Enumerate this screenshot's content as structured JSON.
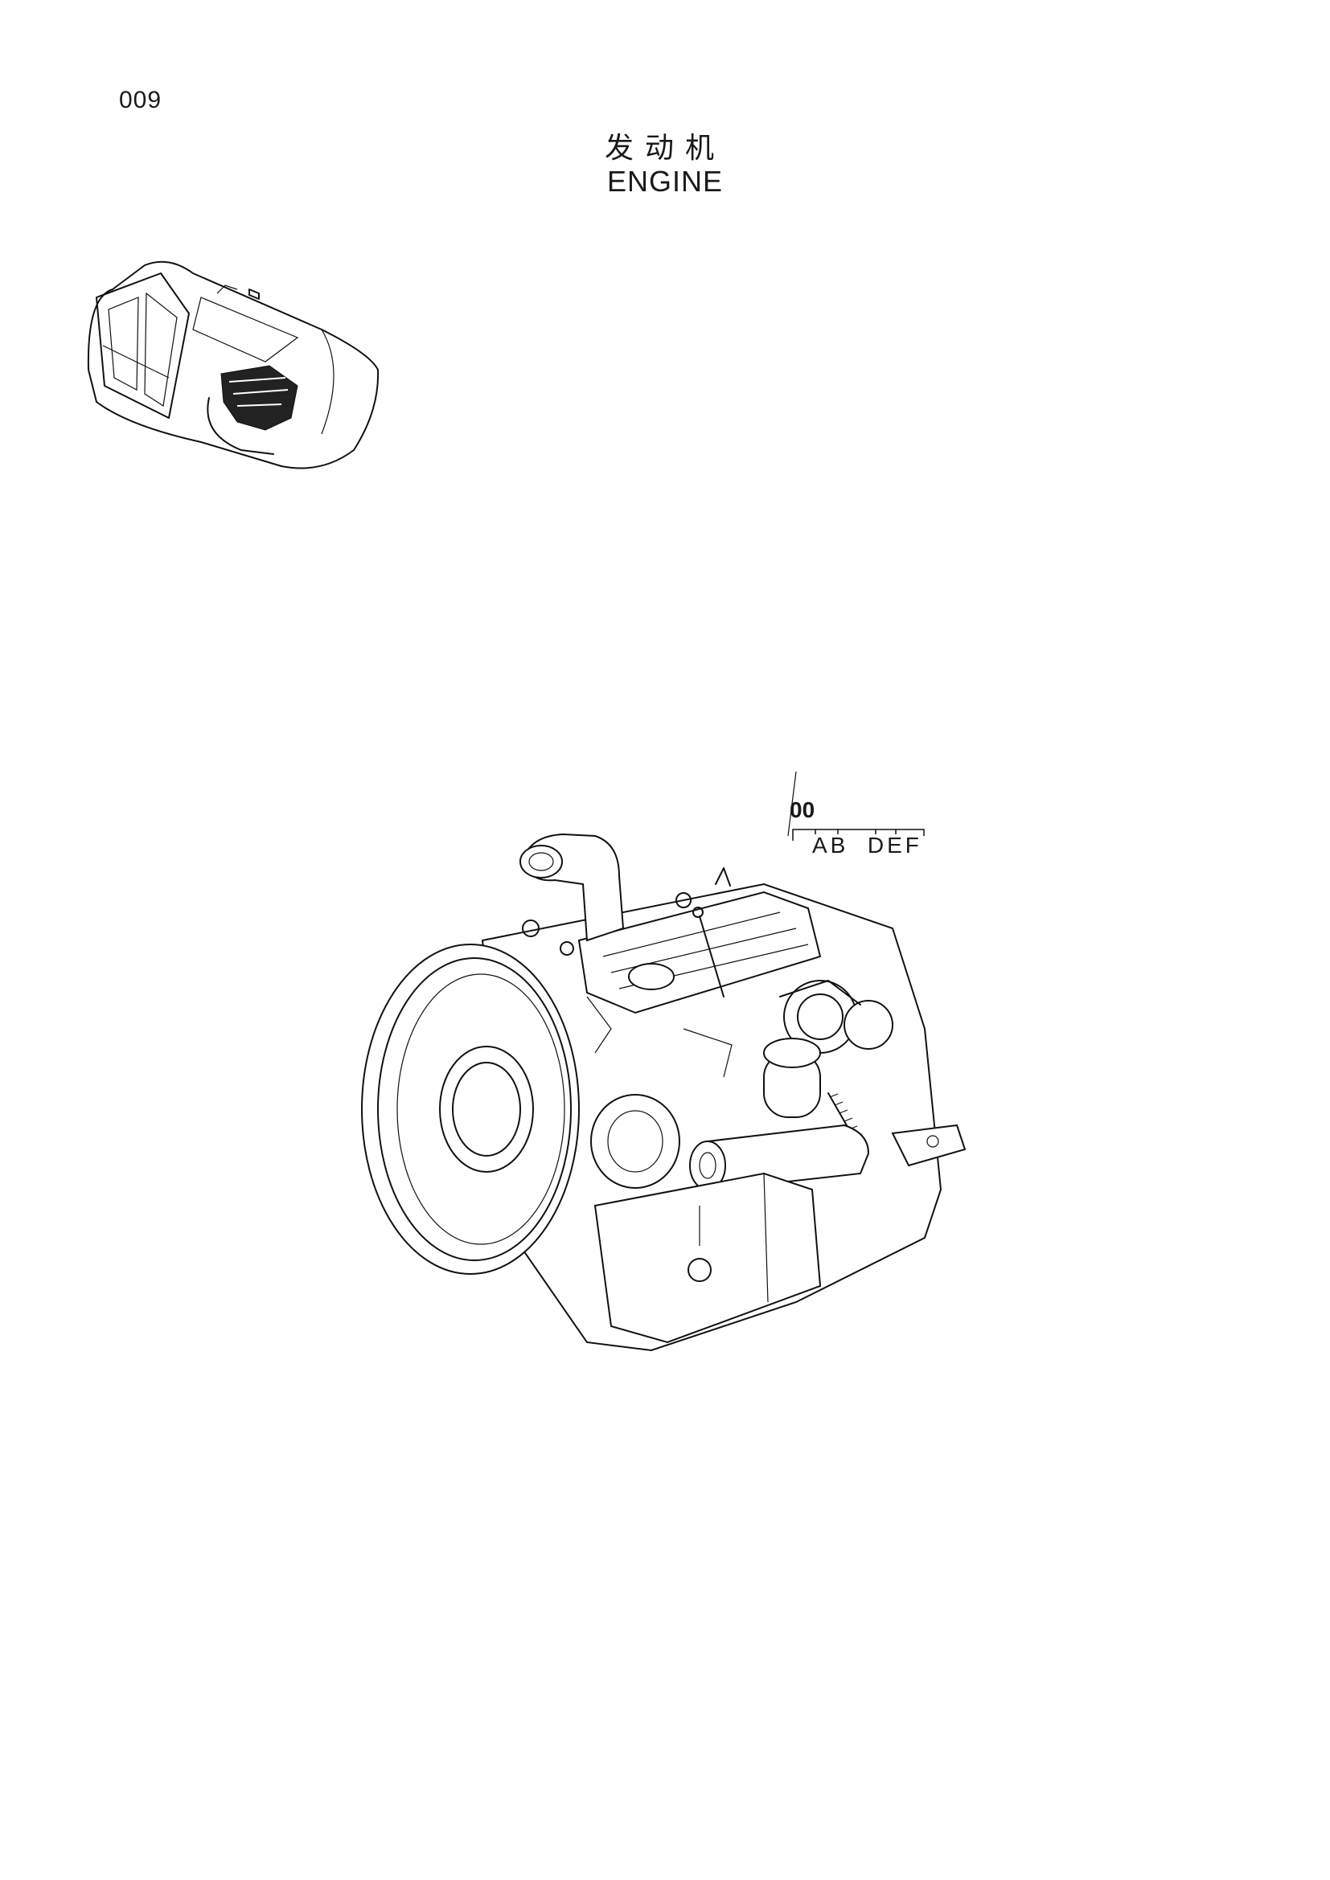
{
  "page": {
    "number": "009",
    "title_cn": "发动机",
    "title_en": "ENGINE"
  },
  "callout": {
    "code": "00",
    "variants": "AB  DEF"
  },
  "icons": {
    "thumbnail": "excavator-location-icon",
    "diagram": "engine-assembly-illustration"
  }
}
